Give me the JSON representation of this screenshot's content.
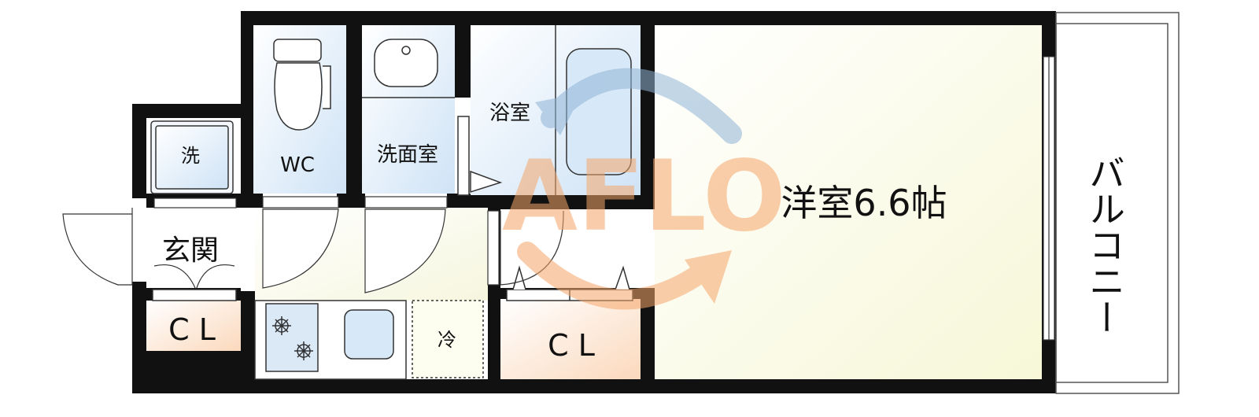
{
  "rooms": {
    "laundry": "洗",
    "toilet": "WC",
    "washroom": "洗面室",
    "bathroom": "浴室",
    "bedroom": "洋室6.6帖",
    "entrance": "玄関",
    "closet_left": "C L",
    "closet_right": "C L",
    "fridge": "冷",
    "balcony": "バルコニー"
  },
  "watermark": "AFLO",
  "colors": {
    "wall": "#111111",
    "wet_area": "#dcebf8",
    "bedroom": "#fbfbe6",
    "closet": "#fde7d4",
    "watermark_orange": "#f5a66a",
    "watermark_blue": "#8fb4d6"
  }
}
